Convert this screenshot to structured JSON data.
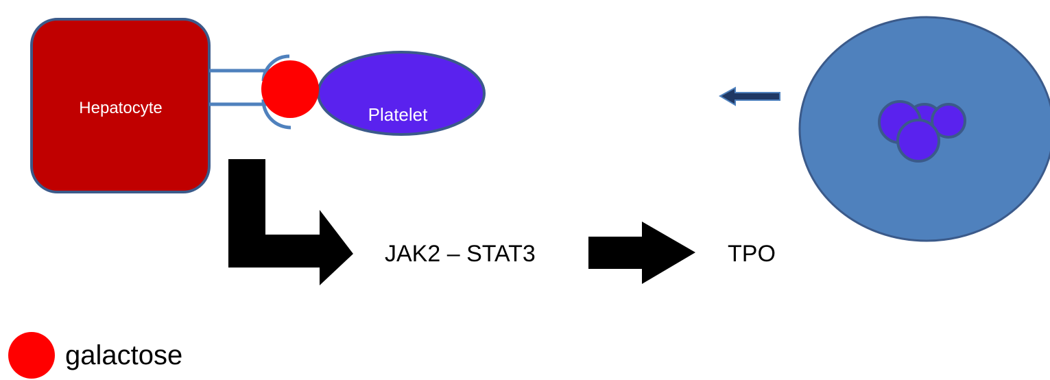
{
  "diagram": {
    "hepatocyte": {
      "label": "Hepatocyte",
      "color": "#c00000",
      "border": "#3b5a8a"
    },
    "platelet": {
      "label": "Platelet",
      "color": "#5a22ee",
      "border": "#3b5a8a"
    },
    "galactose_color": "#ff0000",
    "receptor_color": "#4f81bd",
    "pathway": {
      "step1": "JAK2 – STAT3",
      "step2": "TPO"
    },
    "megakaryocyte": {
      "color": "#4f81bd",
      "border": "#3b5a8a",
      "nucleus_color": "#5a22ee"
    },
    "legend": {
      "label": "galactose"
    }
  }
}
